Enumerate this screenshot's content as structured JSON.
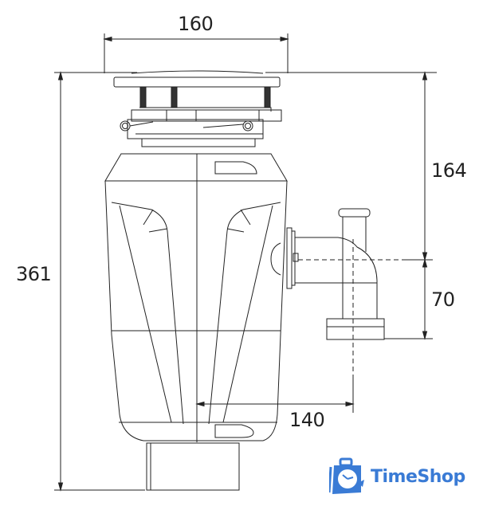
{
  "diagram": {
    "subject": "garbage disposal unit, side elevation with dimensions",
    "line_color": "#222222",
    "dimensions": {
      "width_top": "160",
      "height_to_outlet": "164",
      "outlet_drop": "70",
      "total_height": "361",
      "outlet_offset": "140"
    }
  },
  "logo": {
    "text": "TimeShop",
    "icon": "clock-bag-icon",
    "color": "#3a7bd5"
  }
}
